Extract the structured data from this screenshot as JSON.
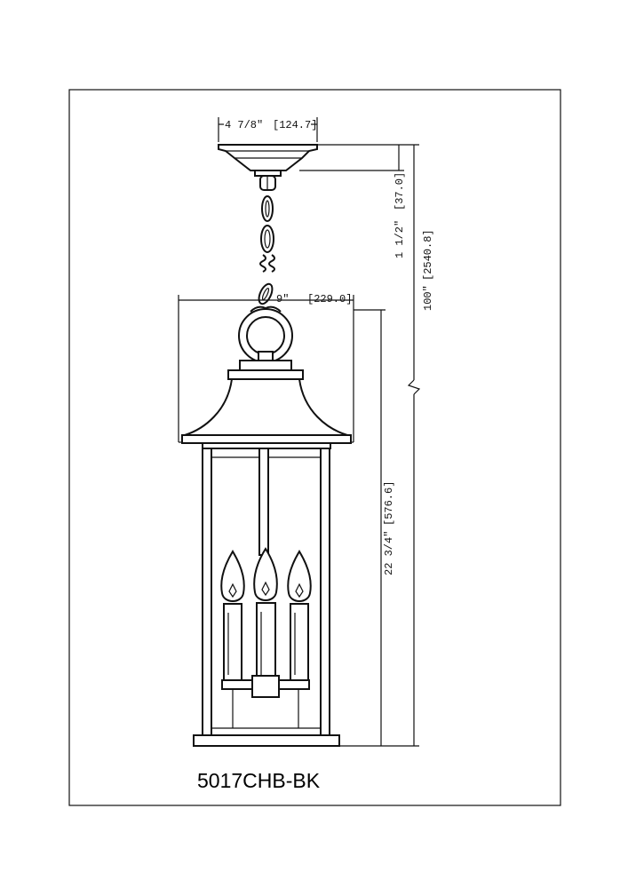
{
  "drawing": {
    "model_number": "5017CHB-BK",
    "dimensions": {
      "canopy_width": {
        "imperial": "4 7/8\"",
        "metric": "[124.7]"
      },
      "canopy_height": {
        "imperial": "1 1/2\"",
        "metric": "[37.0]"
      },
      "overall_height": {
        "imperial": "100\"",
        "metric": "[2540.8]"
      },
      "fixture_width": {
        "imperial": "9\"",
        "metric": "[229.0]"
      },
      "fixture_height": {
        "imperial": "22 3/4\"",
        "metric": "[576.6]"
      }
    }
  }
}
